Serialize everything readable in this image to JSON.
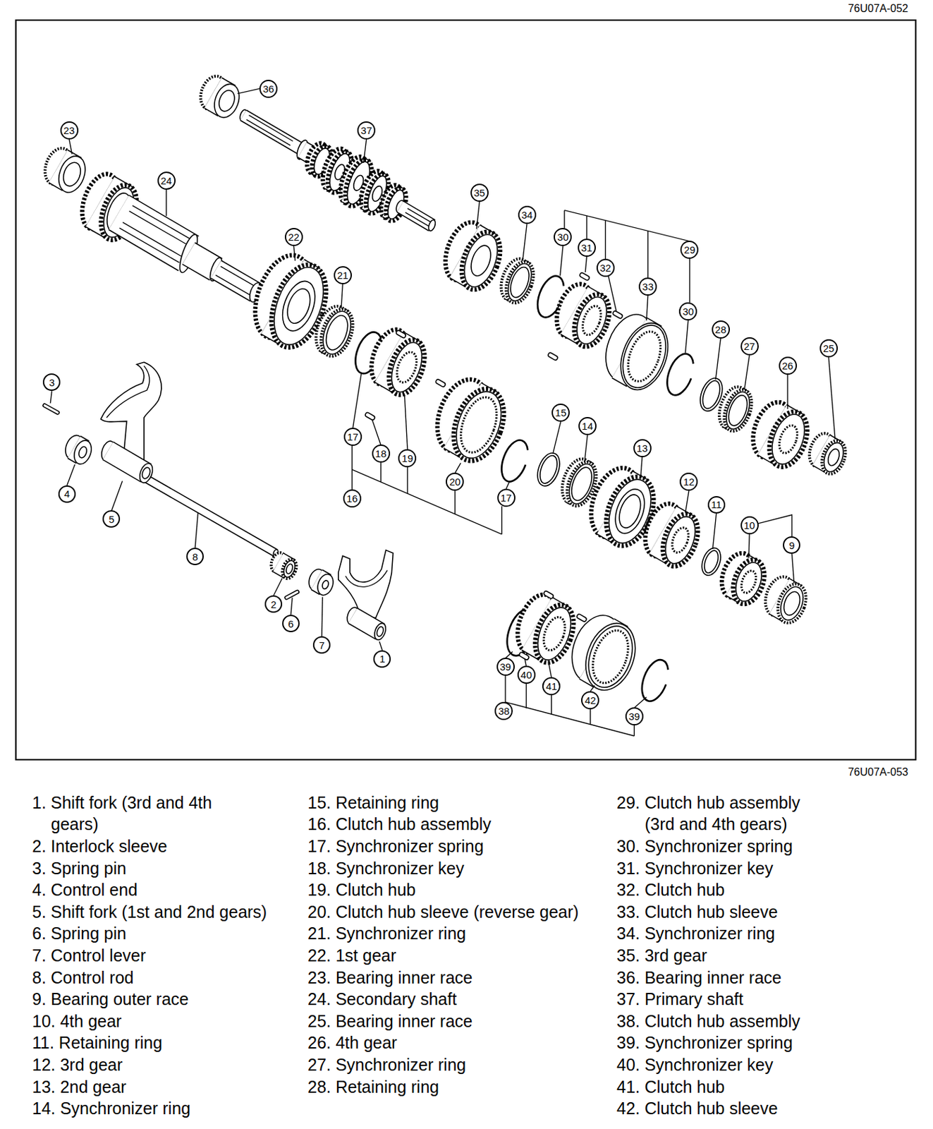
{
  "diagram": {
    "nodes": [
      {
        "text": [
          "36"
        ]
      },
      {
        "text": [
          "23"
        ]
      },
      {
        "text": [
          "37"
        ]
      },
      {
        "text": [
          "24"
        ]
      },
      {
        "text": [
          "35"
        ]
      },
      {
        "text": [
          "34"
        ]
      },
      {
        "text": [
          "30"
        ]
      },
      {
        "text": [
          "22"
        ]
      },
      {
        "text": [
          "31"
        ]
      },
      {
        "text": [
          "29"
        ]
      },
      {
        "text": [
          "32"
        ]
      },
      {
        "text": [
          "21"
        ]
      },
      {
        "text": [
          "33"
        ]
      },
      {
        "text": [
          "30"
        ]
      },
      {
        "text": [
          "28"
        ]
      },
      {
        "text": [
          "27"
        ]
      },
      {
        "text": [
          "25"
        ]
      },
      {
        "text": [
          "26"
        ]
      },
      {
        "text": [
          "3"
        ]
      },
      {
        "text": [
          "15"
        ]
      },
      {
        "text": [
          "14"
        ]
      },
      {
        "text": [
          "17"
        ]
      },
      {
        "text": [
          "13"
        ]
      },
      {
        "text": [
          "18"
        ]
      },
      {
        "text": [
          "19"
        ]
      },
      {
        "text": [
          "20"
        ]
      },
      {
        "text": [
          "12"
        ]
      },
      {
        "text": [
          "4"
        ]
      },
      {
        "text": [
          "17"
        ]
      },
      {
        "text": [
          "16"
        ]
      },
      {
        "text": [
          "11"
        ]
      },
      {
        "text": [
          "5"
        ]
      },
      {
        "text": [
          "10"
        ]
      },
      {
        "text": [
          "9"
        ]
      },
      {
        "text": [
          "8"
        ]
      },
      {
        "text": [
          "2"
        ]
      },
      {
        "text": [
          "6"
        ]
      },
      {
        "text": [
          "7"
        ]
      },
      {
        "text": [
          "1"
        ]
      },
      {
        "text": [
          "39"
        ]
      },
      {
        "text": [
          "40"
        ]
      },
      {
        "text": [
          "41"
        ]
      },
      {
        "text": [
          "42"
        ]
      },
      {
        "text": [
          "38"
        ]
      },
      {
        "text": [
          "39"
        ]
      }
    ],
    "labels": [
      "76U07A-052",
      "76U07A-053",
      "1. Shift fork (3rd and 4th gears)",
      "2. Interlock sleeve",
      "3. Spring pin",
      "4. Control end",
      "5. Shift fork (1st and 2nd gears)",
      "6. Spring pin",
      "7. Control lever",
      "8. Control rod",
      "9. Bearing outer race",
      "10. 4th gear",
      "11. Retaining ring",
      "12. 3rd gear",
      "13. 2nd gear",
      "14. Synchronizer ring",
      "15. Retaining ring",
      "16. Clutch hub assembly",
      "17. Synchronizer spring",
      "18. Synchronizer key",
      "19. Clutch hub",
      "20. Clutch hub sleeve (reverse gear)",
      "21. Synchronizer ring",
      "22. 1st gear",
      "23. Bearing inner race",
      "24. Secondary shaft",
      "25. Bearing inner race",
      "26. 4th gear",
      "27. Synchronizer ring",
      "28. Retaining ring",
      "29. Clutch hub assembly (3rd and 4th gears)",
      "30. Synchronizer spring",
      "31. Synchronizer key",
      "32. Clutch hub",
      "33. Clutch hub sleeve",
      "34. Synchronizer ring",
      "35. 3rd gear",
      "36. Bearing inner race",
      "37. Primary shaft",
      "38. Clutch hub assembly",
      "39. Synchronizer spring",
      "40. Synchronizer key",
      "41. Clutch hub",
      "42. Clutch hub sleeve"
    ]
  }
}
